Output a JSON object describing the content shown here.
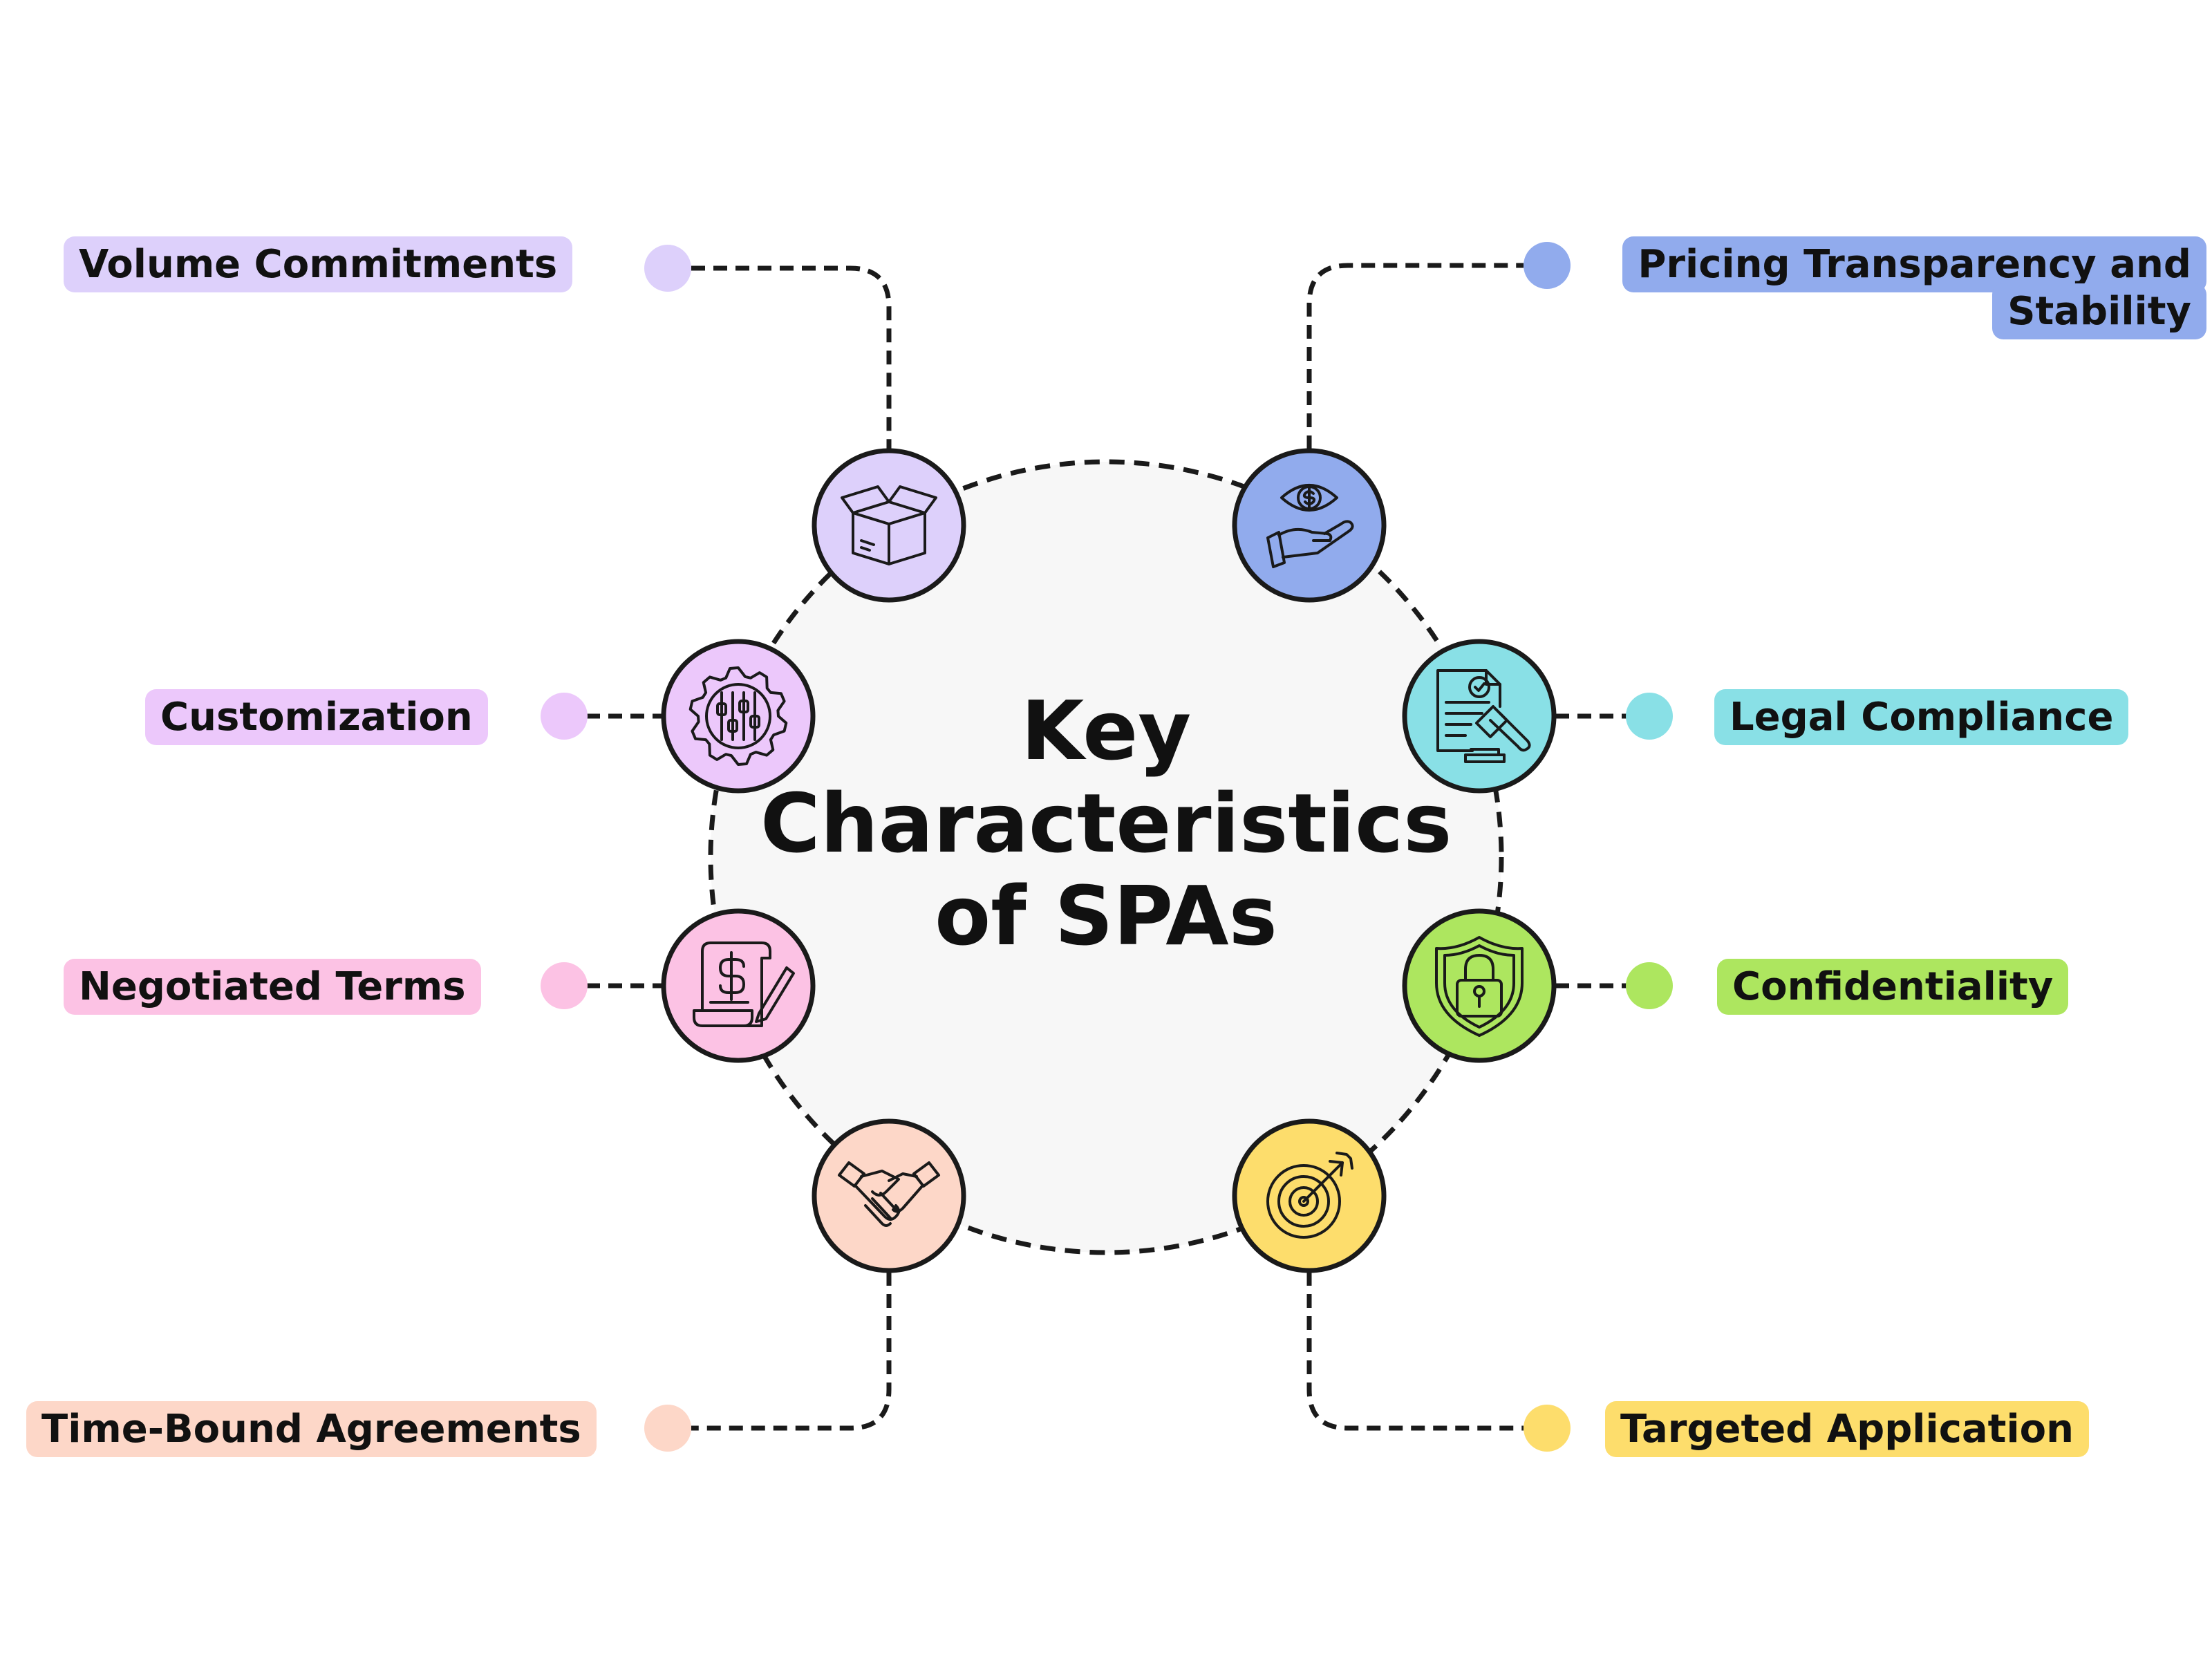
{
  "center": {
    "line1": "Key",
    "line2": "Characteristics",
    "line3": "of SPAs",
    "fill": "#f7f7f7"
  },
  "nodes": [
    {
      "id": "volume-commitments",
      "label": "Volume Commitments",
      "color": "#ddd0fb",
      "icon": "box-icon"
    },
    {
      "id": "customization",
      "label": "Customization",
      "color": "#ecc8fb",
      "icon": "gear-sliders-icon"
    },
    {
      "id": "negotiated-terms",
      "label": "Negotiated Terms",
      "color": "#fcc2e4",
      "icon": "dollar-document-pen-icon"
    },
    {
      "id": "time-bound-agreements",
      "label": "Time-Bound Agreements",
      "color": "#fdd7c8",
      "icon": "handshake-icon"
    },
    {
      "id": "pricing-transparency",
      "label_line1": "Pricing Transparency and",
      "label_line2": "Stability",
      "color": "#91abed",
      "icon": "eye-dollar-hand-icon"
    },
    {
      "id": "legal-compliance",
      "label": "Legal Compliance",
      "color": "#89e0e6",
      "icon": "legal-document-gavel-icon"
    },
    {
      "id": "confidentiality",
      "label": "Confidentiality",
      "color": "#ade65f",
      "icon": "shield-lock-icon"
    },
    {
      "id": "targeted-application",
      "label": "Targeted Application",
      "color": "#fddd6c",
      "icon": "target-arrow-icon"
    }
  ],
  "line_color": "#1a1a1a"
}
